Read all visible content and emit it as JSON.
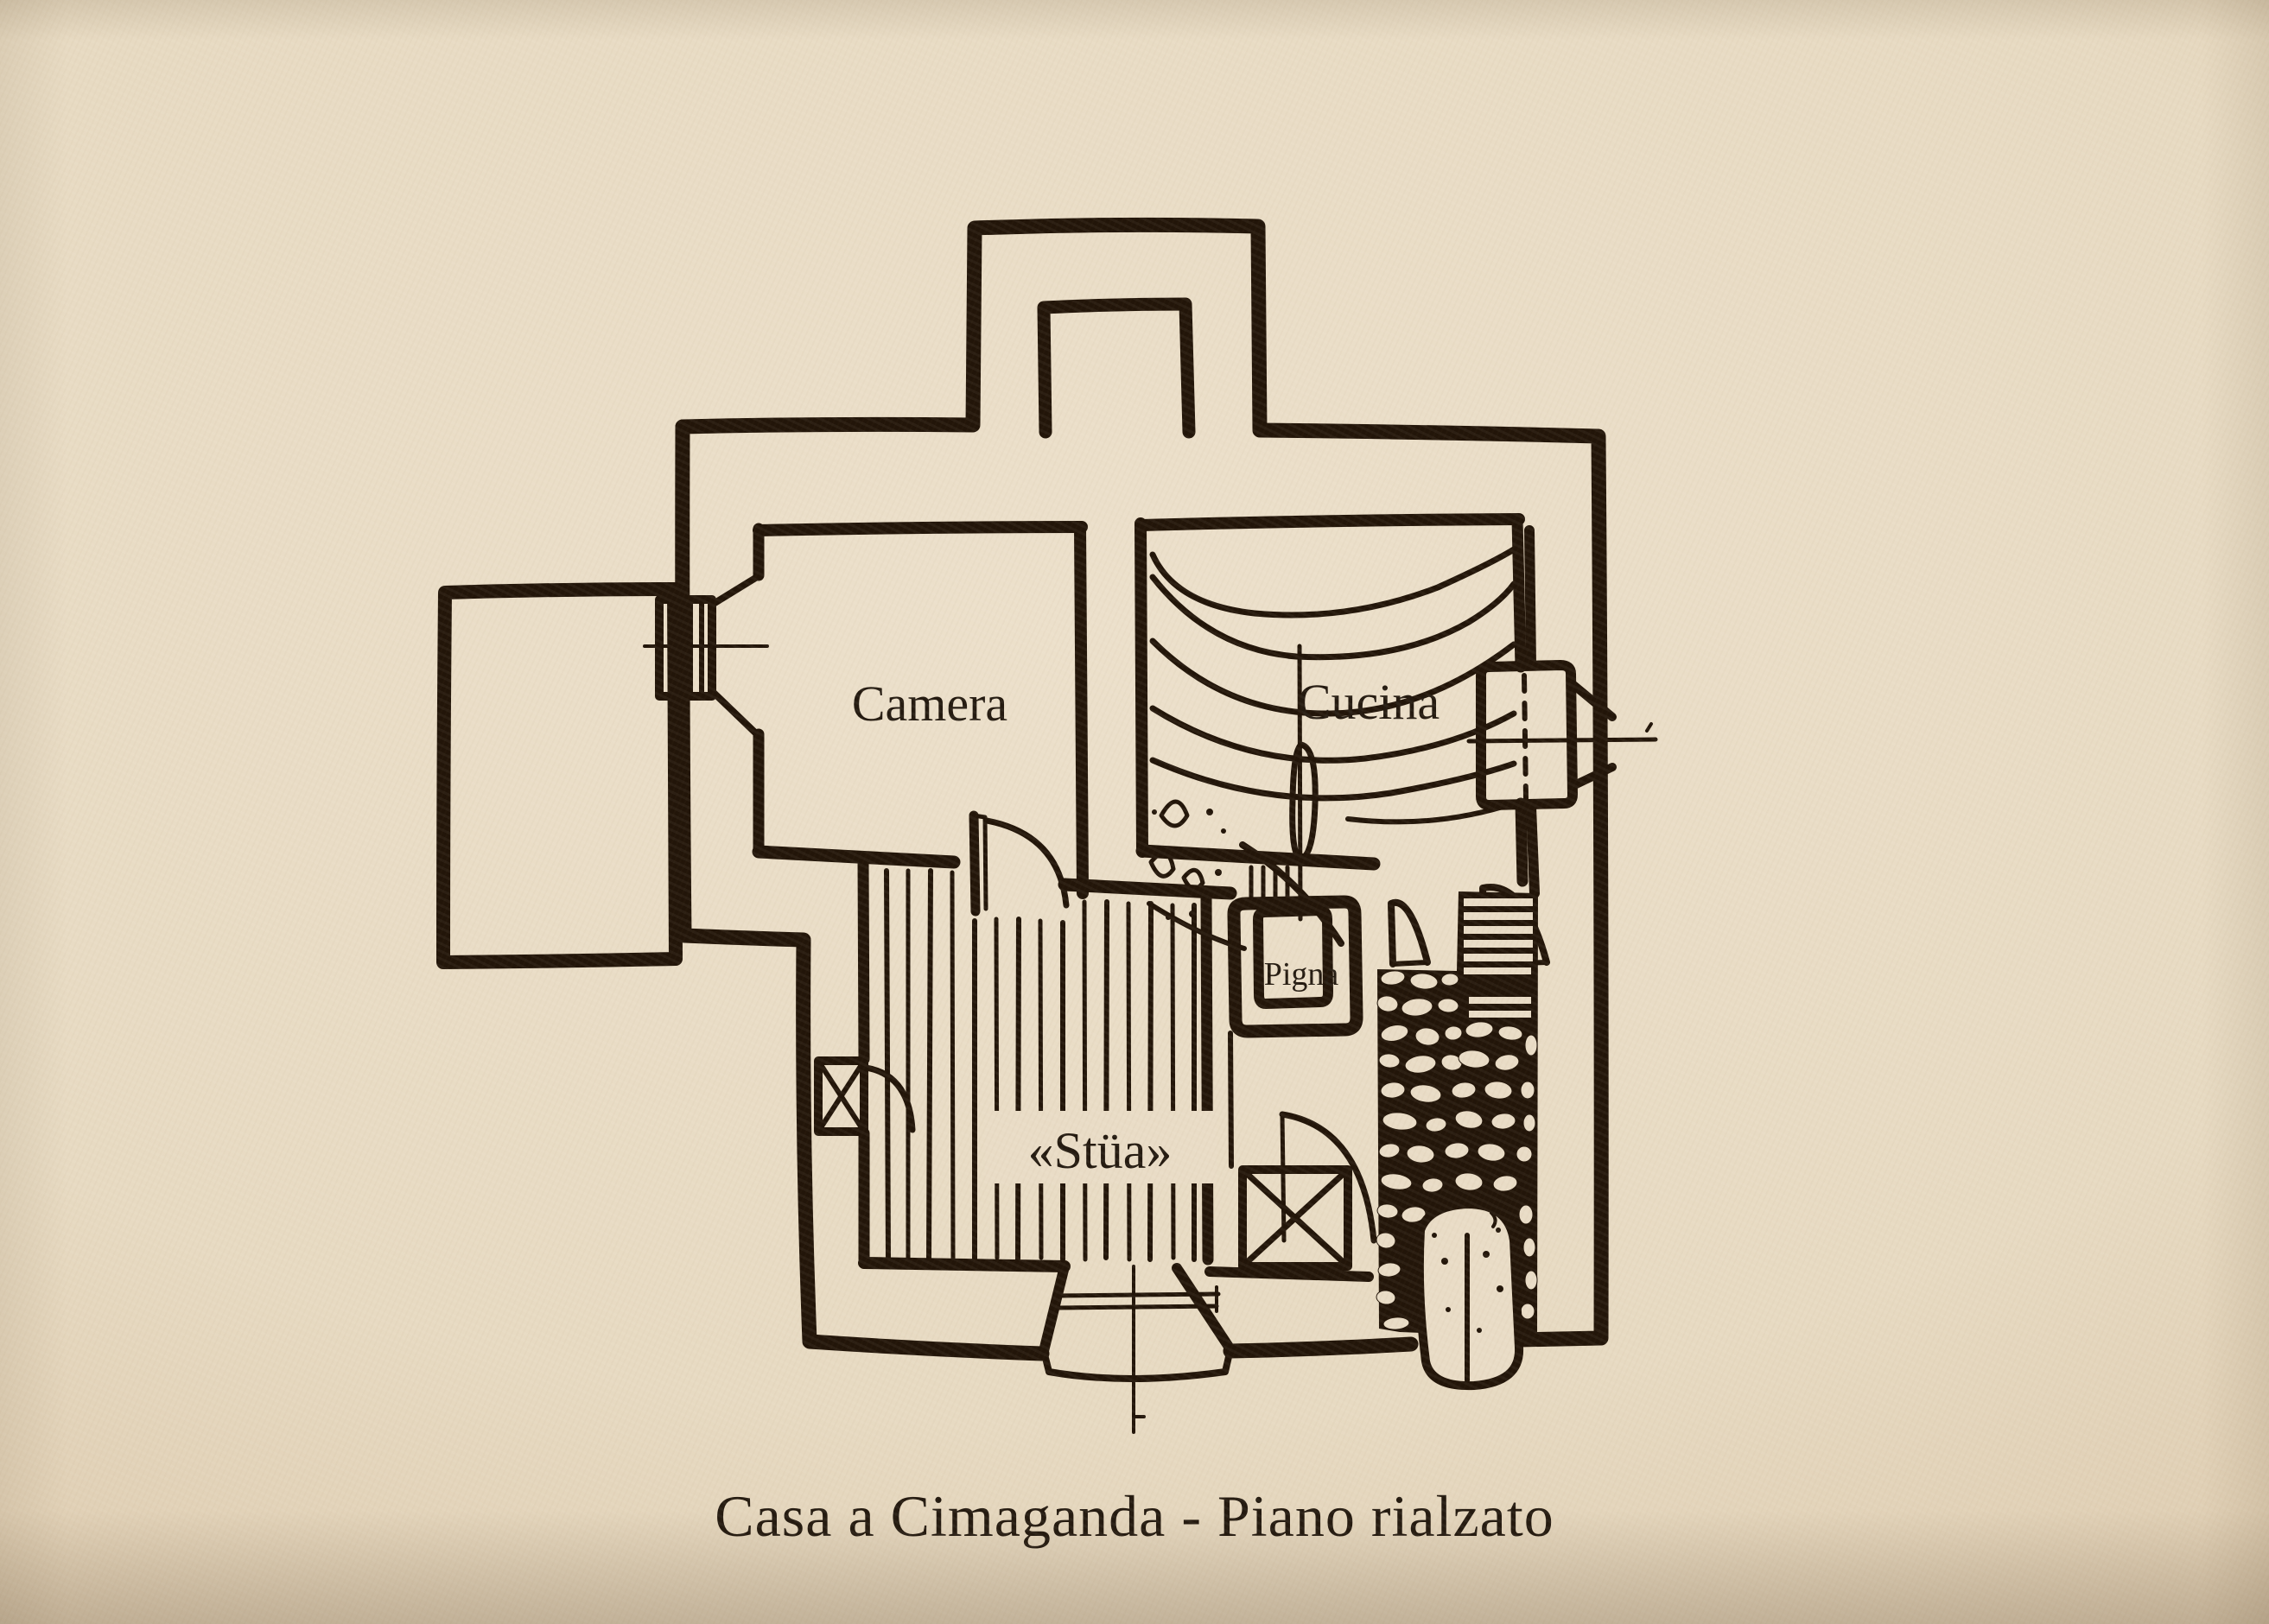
{
  "caption": "Casa a Cimaganda - Piano rialzato",
  "plan": {
    "type": "hand-drawn floor plan, ink on aged paper",
    "rooms": [
      {
        "id": "camera",
        "label": "Camera"
      },
      {
        "id": "cucina",
        "label": "Cucina"
      },
      {
        "id": "stua",
        "label": "«Stüa»"
      },
      {
        "id": "pigna",
        "label": "Pigna"
      }
    ]
  },
  "colors": {
    "paper": "#e9dcc6",
    "ink": "#221509",
    "text": "#241a10"
  }
}
